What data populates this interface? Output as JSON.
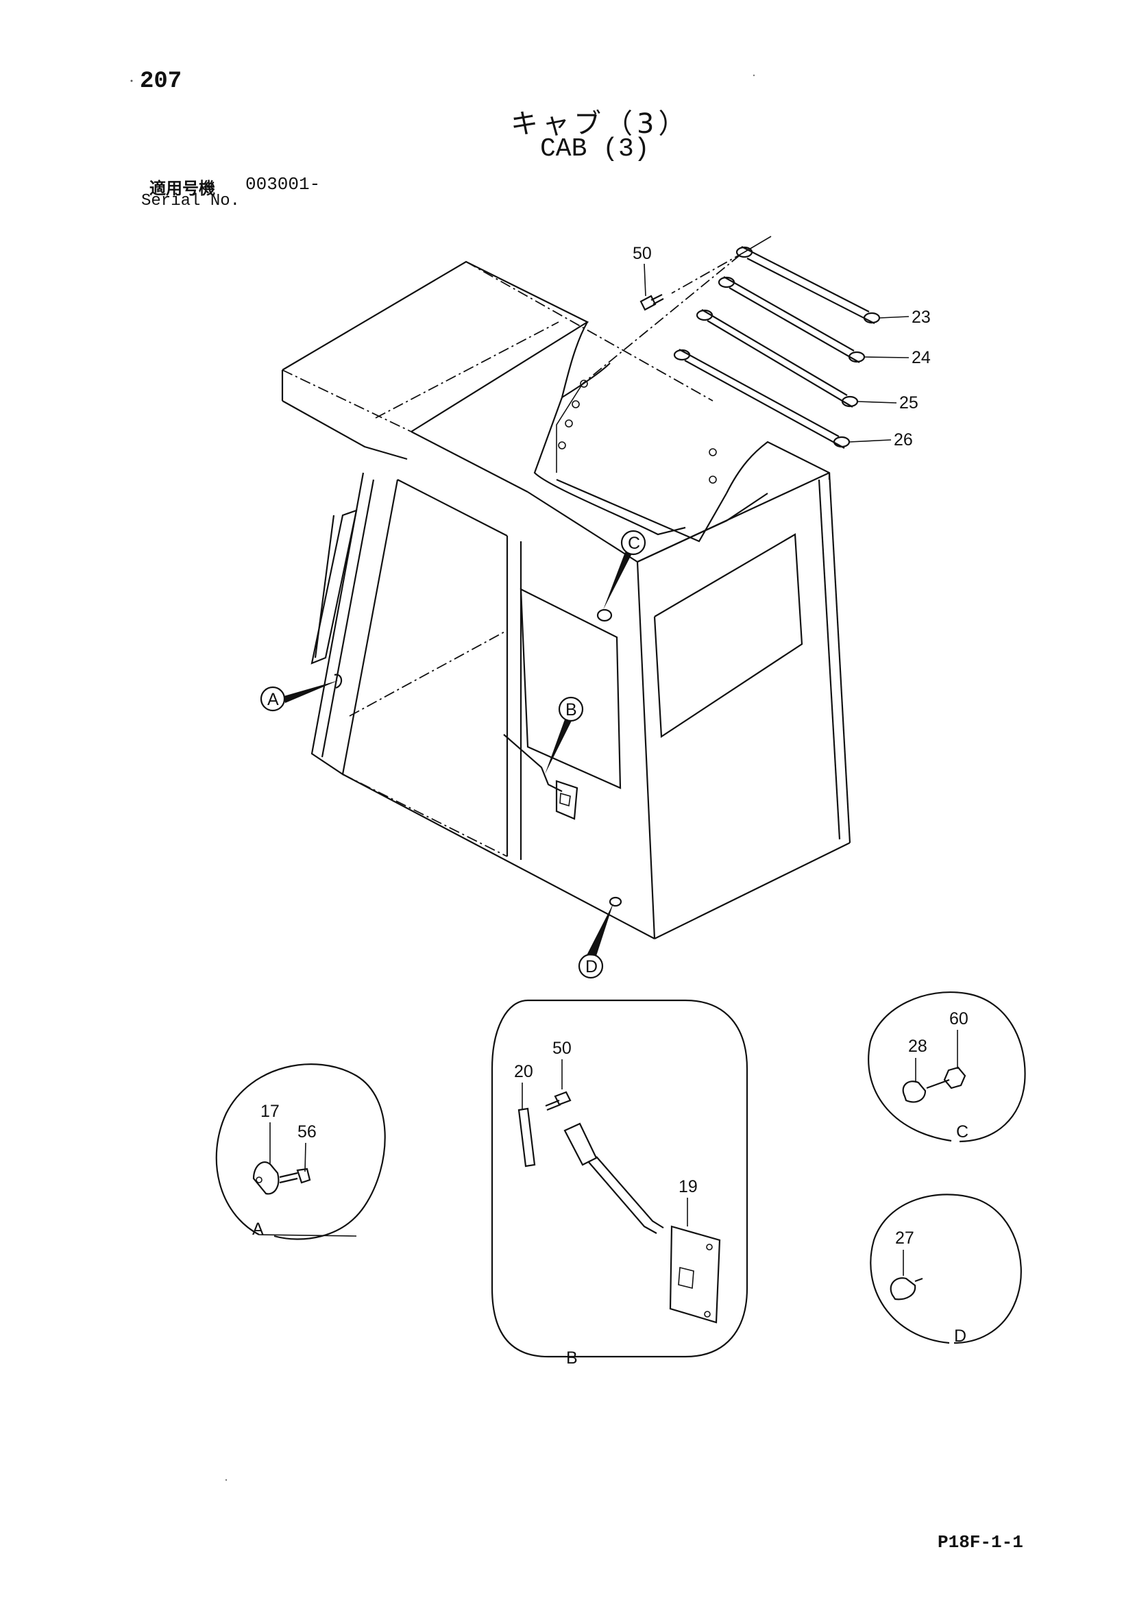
{
  "header": {
    "page_number": "207",
    "title_jp": "キャブ（3）",
    "title_en": "CAB (3)",
    "serial_label_jp": "適用号機",
    "serial_value": "003001-",
    "serial_label_en": "Serial No."
  },
  "callouts": {
    "p50_main": "50",
    "p23": "23",
    "p24": "24",
    "p25": "25",
    "p26": "26",
    "view_a": "A",
    "view_b": "B",
    "view_c": "C",
    "view_d": "D"
  },
  "detail_a": {
    "label": "A",
    "p17": "17",
    "p56": "56"
  },
  "detail_b": {
    "label": "B",
    "p20": "20",
    "p50": "50",
    "p19": "19"
  },
  "detail_c": {
    "label": "C",
    "p28": "28",
    "p60": "60"
  },
  "detail_d": {
    "label": "D",
    "p27": "27"
  },
  "footer": {
    "figure_code": "P18F-1-1"
  }
}
